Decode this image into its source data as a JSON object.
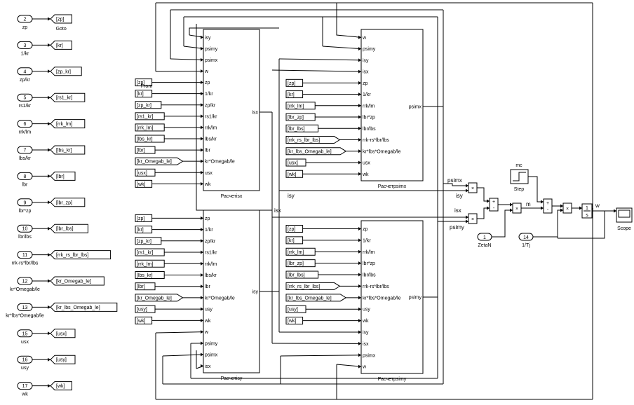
{
  "ports_in": [
    {
      "num": "2",
      "name": "zp",
      "tag": "[zp]",
      "caption": "Goto"
    },
    {
      "num": "3",
      "name": "1/kr",
      "tag": "[kr]",
      "caption": ""
    },
    {
      "num": "4",
      "name": "zp/kr",
      "tag": "[zp_kr]",
      "caption": ""
    },
    {
      "num": "5",
      "name": "rs1/kr",
      "tag": "[rs1_kr]",
      "caption": ""
    },
    {
      "num": "6",
      "name": "rrk/lm",
      "tag": "[rrk_lm]",
      "caption": ""
    },
    {
      "num": "7",
      "name": "lbs/kr",
      "tag": "[lbs_kr]",
      "caption": ""
    },
    {
      "num": "8",
      "name": "lbr",
      "tag": "[lbr]",
      "caption": ""
    },
    {
      "num": "9",
      "name": "lbr*zp",
      "tag": "[lbr_zp]",
      "caption": ""
    },
    {
      "num": "10",
      "name": "lbr/lbs",
      "tag": "[lbr_lbs]",
      "caption": ""
    },
    {
      "num": "11",
      "name": "rrk-rs*lbr/lbs",
      "tag": "[rrk_rs_lbr_lbs]",
      "caption": ""
    },
    {
      "num": "12",
      "name": "kr*Omegab/le",
      "tag": "[kr_Omegab_le]",
      "caption": ""
    },
    {
      "num": "13",
      "name": "kr*lbs*Omegab/le",
      "tag": "[kr_lbs_Omegab_le]",
      "caption": ""
    },
    {
      "num": "15",
      "name": "usx",
      "tag": "[usx]",
      "caption": ""
    },
    {
      "num": "16",
      "name": "usy",
      "tag": "[usy]",
      "caption": ""
    },
    {
      "num": "17",
      "name": "wk",
      "tag": "[wk]",
      "caption": ""
    }
  ],
  "subsystems": [
    {
      "name": "Расчетisx",
      "fb_inputs": [
        "isy",
        "psimy",
        "psimx",
        "w"
      ],
      "tag_inputs": [
        {
          "tag": "[zp]",
          "port": "zp"
        },
        {
          "tag": "[kr]",
          "port": "1/kr"
        },
        {
          "tag": "[zp_kr]",
          "port": "zp/kr"
        },
        {
          "tag": "[rs1_kr]",
          "port": "rs1/kr"
        },
        {
          "tag": "[rrk_lm]",
          "port": "rrk/lm"
        },
        {
          "tag": "[lbs_kr]",
          "port": "lbs/kr"
        },
        {
          "tag": "[lbr]",
          "port": "lbr"
        },
        {
          "tag": "[kr_Omegab_le]",
          "port": "kr*Omegab/le"
        },
        {
          "tag": "[usx]",
          "port": "usx"
        },
        {
          "tag": "[wk]",
          "port": "wk"
        }
      ],
      "output": "isx",
      "from_caption": "From"
    },
    {
      "name": "Расчетisy",
      "tag_inputs": [
        {
          "tag": "[zp]",
          "port": "zp"
        },
        {
          "tag": "[kr]",
          "port": "1/kr"
        },
        {
          "tag": "[zp_kr]",
          "port": "zp/kr"
        },
        {
          "tag": "[rs1_kr]",
          "port": "rs1/kr"
        },
        {
          "tag": "[rrk_lm]",
          "port": "rrk/lm"
        },
        {
          "tag": "[lbs_kr]",
          "port": "lbs/kr"
        },
        {
          "tag": "[lbr]",
          "port": "lbr"
        },
        {
          "tag": "[kr_Omegab_le]",
          "port": "kr*Omegab/le"
        },
        {
          "tag": "[usy]",
          "port": "usy"
        },
        {
          "tag": "[wk]",
          "port": "wk"
        }
      ],
      "fb_inputs": [
        "w",
        "psimy",
        "psimx",
        "isx"
      ],
      "output": "isy"
    },
    {
      "name": "Расчетpsimx",
      "fb_inputs": [
        "w",
        "psimy",
        "isy",
        "isx"
      ],
      "tag_inputs": [
        {
          "tag": "[zp]",
          "port": "zp"
        },
        {
          "tag": "[kr]",
          "port": "1/kr"
        },
        {
          "tag": "[rrk_lm]",
          "port": "rrk/lm"
        },
        {
          "tag": "[lbr_zp]",
          "port": "lbr*zp"
        },
        {
          "tag": "[lbr_lbs]",
          "port": "lbr/lbs"
        },
        {
          "tag": "[rrk_rs_lbr_lbs]",
          "port": "rrk-rs*lbr/lbs"
        },
        {
          "tag": "[kr_lbs_Omegab_le]",
          "port": "kr*lbs*Omegab/le"
        },
        {
          "tag": "[usx]",
          "port": "usx"
        },
        {
          "tag": "[wk]",
          "port": "wk"
        }
      ],
      "output": "psimx"
    },
    {
      "name": "Расчетpsimy",
      "tag_inputs": [
        {
          "tag": "[zp]",
          "port": "zp"
        },
        {
          "tag": "[kr]",
          "port": "1/kr"
        },
        {
          "tag": "[rrk_lm]",
          "port": "rrk/lm"
        },
        {
          "tag": "[lbr_zp]",
          "port": "lbr*zp"
        },
        {
          "tag": "[lbr_lbs]",
          "port": "lbr/lbs"
        },
        {
          "tag": "[rrk_rs_lbr_lbs]",
          "port": "rrk-rs*lbr/lbs"
        },
        {
          "tag": "[kr_lbs_Omegab_le]",
          "port": "kr*lbs*Omegab/le"
        },
        {
          "tag": "[usy]",
          "port": "usy"
        },
        {
          "tag": "[wk]",
          "port": "wk"
        }
      ],
      "fb_inputs": [
        "isy",
        "isx",
        "psimx",
        "w"
      ],
      "output": "psimy"
    }
  ],
  "signals": {
    "psimx": "psimx",
    "isy": "isy",
    "isx": "isx",
    "psimy": "psimy",
    "isy_bus": "isy",
    "isx_bus": "isx",
    "m": "m",
    "w": "w"
  },
  "blocks": {
    "step_value": "mc",
    "step_caption": "Step",
    "zetaN_num": "1",
    "zetaN_name": "ZetaN",
    "invT_num": "14",
    "invT_name": "1/Tj",
    "int_num": "1",
    "int_den": "s",
    "scope": "Scope",
    "mul": "×",
    "sum_plus": "+",
    "sum_minus": "-"
  }
}
